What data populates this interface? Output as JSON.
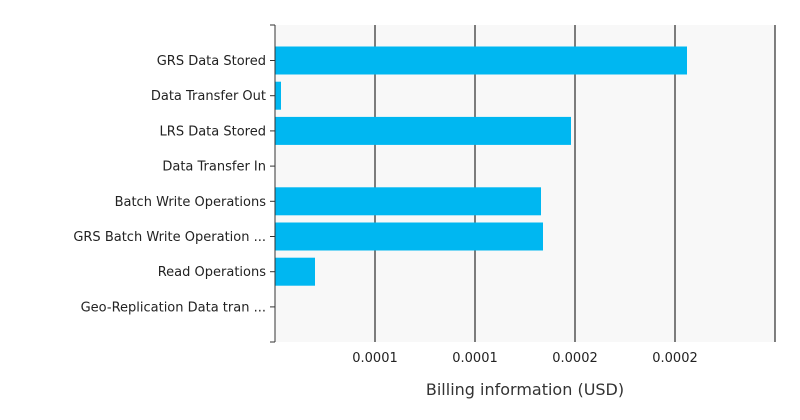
{
  "chart_data": {
    "type": "bar",
    "orientation": "horizontal",
    "categories": [
      "GRS Data Stored",
      "Data Transfer Out",
      "LRS Data Stored",
      "Data Transfer In",
      "Batch Write Operations",
      "GRS Batch Write Operation ...",
      "Read Operations",
      "Geo-Replication Data tran ..."
    ],
    "values": [
      0.000206,
      3e-06,
      0.000148,
      0,
      0.000133,
      0.000134,
      2e-05,
      0
    ],
    "xlim": [
      0,
      0.00025
    ],
    "x_ticks": [
      5e-05,
      0.0001,
      0.00015,
      0.0002
    ],
    "x_tick_labels": [
      "0.0001",
      "0.0001",
      "0.0002",
      "0.0002"
    ],
    "xlabel": "Billing information (USD)",
    "grid": "vertical",
    "legend": "none",
    "colors": {
      "bar": "#00b7f1",
      "plot_bg": "#f8f8f8",
      "grid": "#000000",
      "axis": "#333333"
    }
  }
}
